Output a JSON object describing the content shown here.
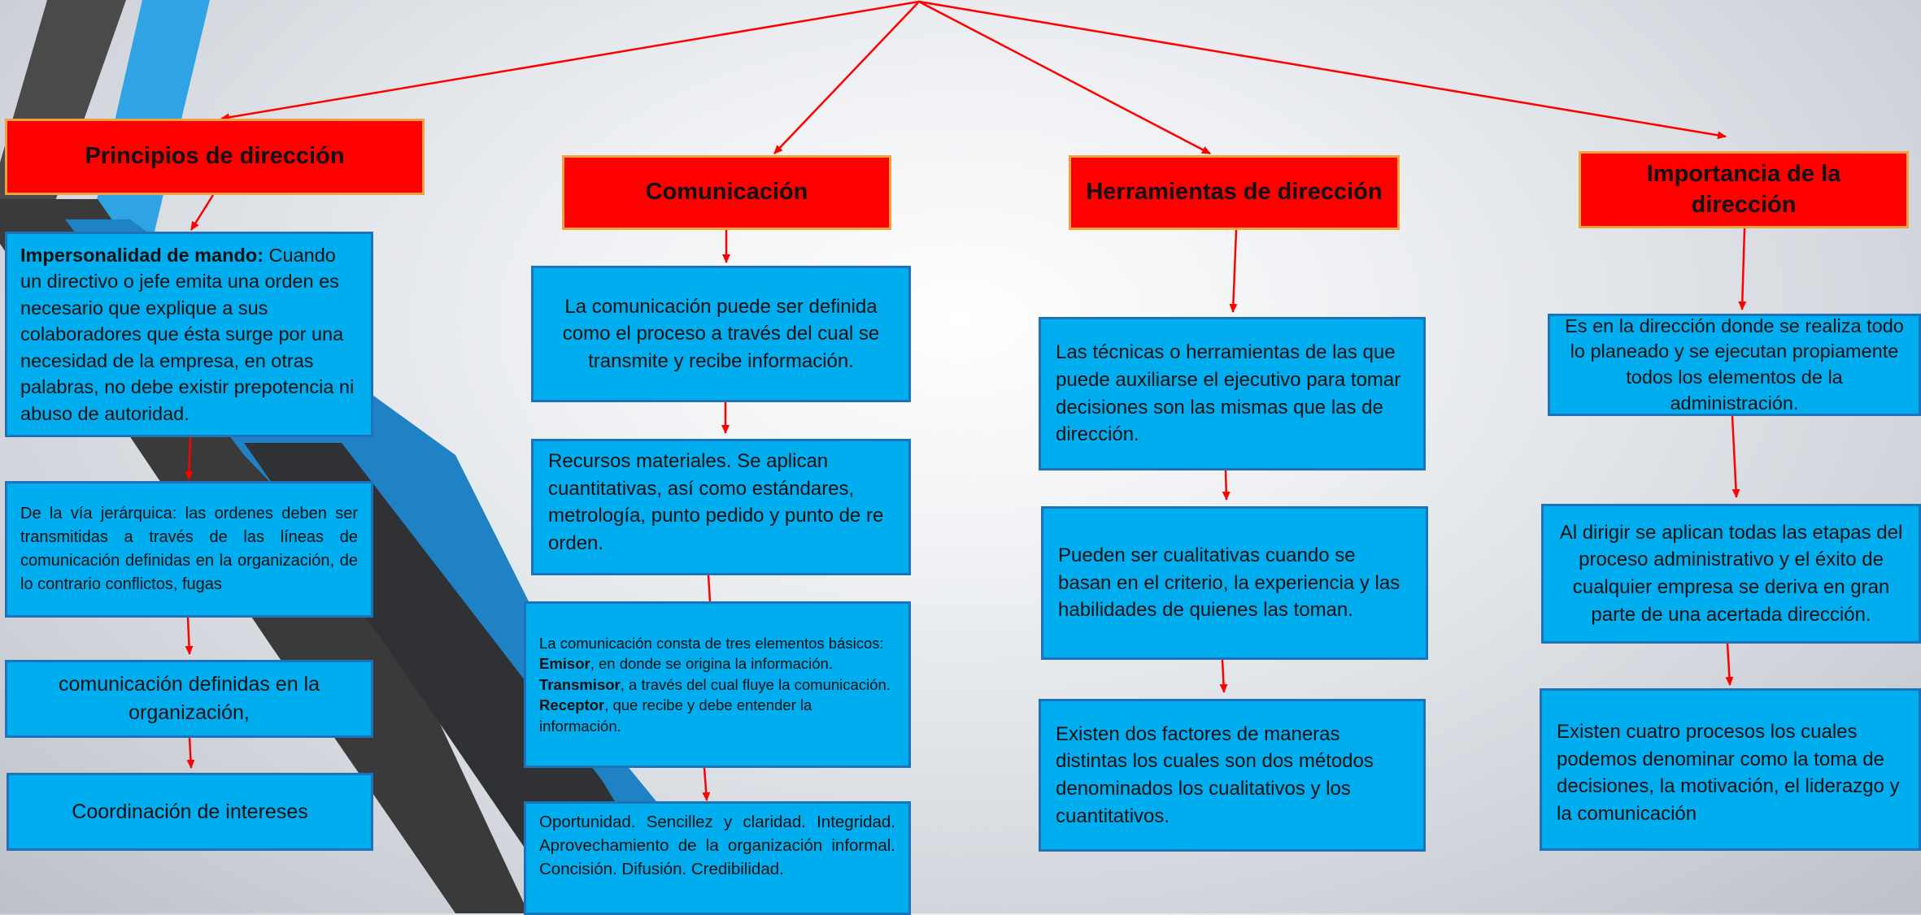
{
  "columns": [
    {
      "title": "Principios de dirección",
      "items": [
        {
          "bold": "Impersonalidad de mando:",
          "text": " Cuando un directivo o jefe emita una orden es necesario que explique a sus colaboradores que ésta surge por una necesidad de la empresa, en otras palabras, no debe existir prepotencia ni abuso de autoridad."
        },
        {
          "text": "De la vía jerárquica: las ordenes deben ser transmitidas a través de las líneas de comunicación definidas en la organización, de lo contrario conflictos, fugas"
        },
        {
          "text": "comunicación definidas en la organización,"
        },
        {
          "text": "Coordinación de intereses"
        }
      ]
    },
    {
      "title": "Comunicación",
      "items": [
        {
          "text": "La comunicación puede ser definida como el proceso a través del cual se transmite y recibe información."
        },
        {
          "text": "Recursos materiales. Se aplican cuantitativas, así como estándares, metrología, punto pedido y punto de re orden."
        },
        {
          "intro": "La comunicación consta de tres elementos básicos:",
          "elements": [
            {
              "bold": "Emisor",
              "text": ", en donde se origina la información."
            },
            {
              "bold": "Transmisor",
              "text": ", a través del cual fluye la comunicación."
            },
            {
              "bold": "Receptor",
              "text": ", que recibe y debe entender la información."
            }
          ]
        },
        {
          "text": "Oportunidad. Sencillez y claridad. Integridad. Aprovechamiento de la organización informal. Concisión. Difusión. Credibilidad."
        }
      ]
    },
    {
      "title": "Herramientas de dirección",
      "items": [
        {
          "text": "Las técnicas o herramientas de las que puede auxiliarse el ejecutivo para tomar decisiones son las mismas que las de dirección."
        },
        {
          "text": "Pueden ser cualitativas cuando se basan en el criterio, la experiencia y las habilidades de quienes las toman."
        },
        {
          "text": "Existen dos factores de maneras distintas los cuales son  dos métodos denominados los cualitativos y los cuantitativos."
        }
      ]
    },
    {
      "title": "Importancia de la dirección",
      "items": [
        {
          "text": "Es en la dirección donde se realiza todo lo planeado y se ejecutan propiamente todos los elementos de la administración."
        },
        {
          "text": "Al dirigir se aplican todas las etapas del proceso administrativo y el éxito de cualquier empresa se deriva en gran parte de una acertada dirección."
        },
        {
          "text": "Existen cuatro procesos los cuales podemos denominar como la toma de decisiones, la motivación, el liderazgo y la comunicación"
        }
      ]
    }
  ],
  "colors": {
    "title_fill": "#ff0000",
    "title_border": "#f2a23a",
    "box_fill": "#00adef",
    "box_border": "#1d72b8",
    "connector": "#ff0000"
  }
}
